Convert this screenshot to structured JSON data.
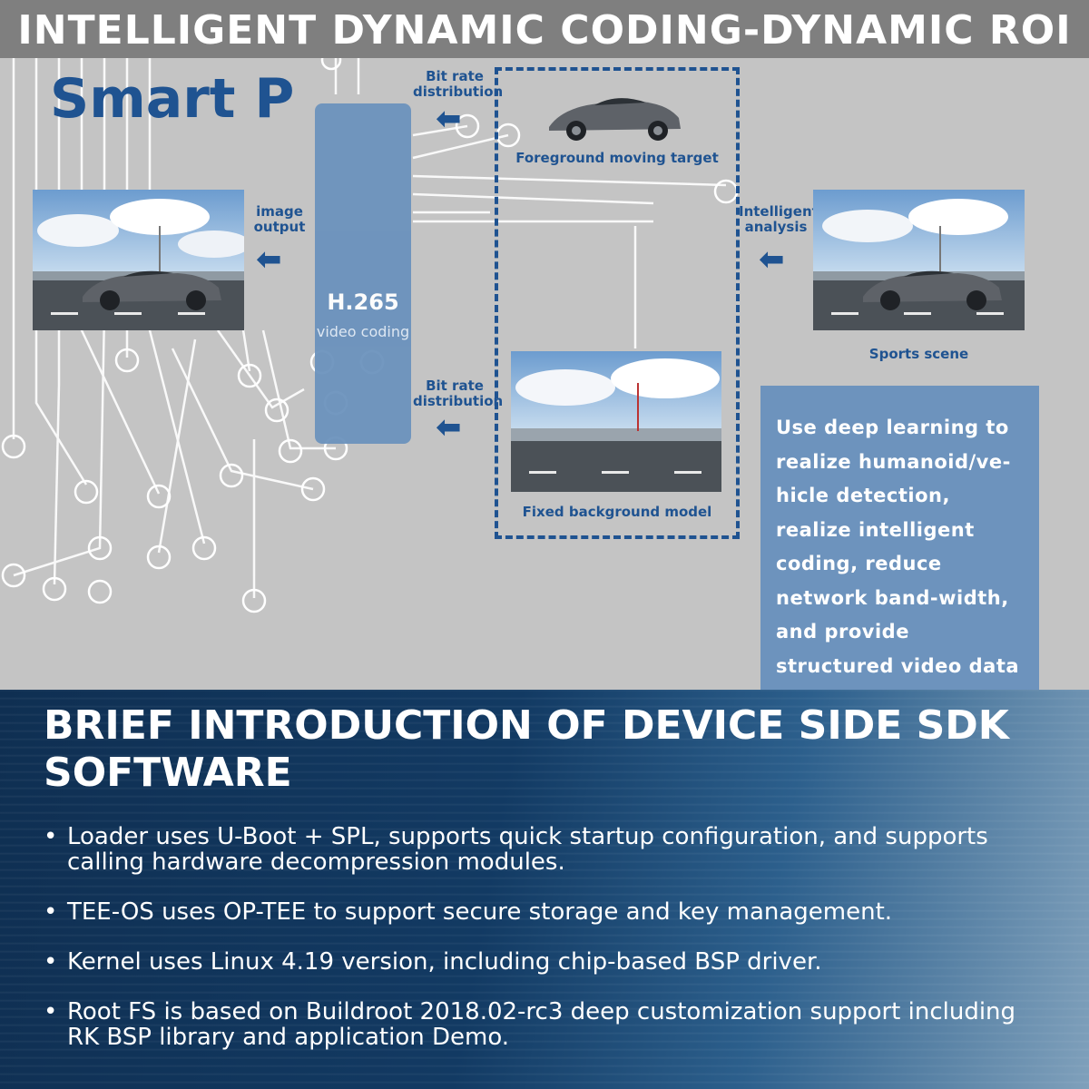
{
  "header": {
    "title": "INTELLIGENT DYNAMIC CODING-DYNAMIC ROI"
  },
  "diagram": {
    "brand": "Smart P",
    "image_output_label": "image output",
    "codec": {
      "title": "H.265",
      "subtitle": "video coding"
    },
    "bitrate_top_label": "Bit rate distribution",
    "bitrate_bottom_label": "Bit rate distribution",
    "foreground_label": "Foreground moving target",
    "background_label": "Fixed background model",
    "intelligent_label": "Intelligent analysis",
    "sports_label": "Sports scene",
    "info_text": "Use deep learning to realize humanoid/ve-hicle detection, realize intelligent coding, reduce network band-width, and provide structured video data at the same time!"
  },
  "sdk": {
    "title": "BRIEF INTRODUCTION OF DEVICE SIDE SDK SOFTWARE",
    "bullets": [
      "Loader uses U-Boot + SPL, supports quick startup configuration, and supports calling hardware decompression modules.",
      "TEE-OS uses OP-TEE to support secure storage and key management.",
      "Kernel uses Linux 4.19 version, including chip-based BSP driver.",
      "Root FS is based on Buildroot 2018.02-rc3 deep customization support including RK BSP library and application Demo."
    ]
  },
  "colors": {
    "accent": "#1f5391",
    "panel": "#6d93bd",
    "header": "#7f7f7f"
  }
}
